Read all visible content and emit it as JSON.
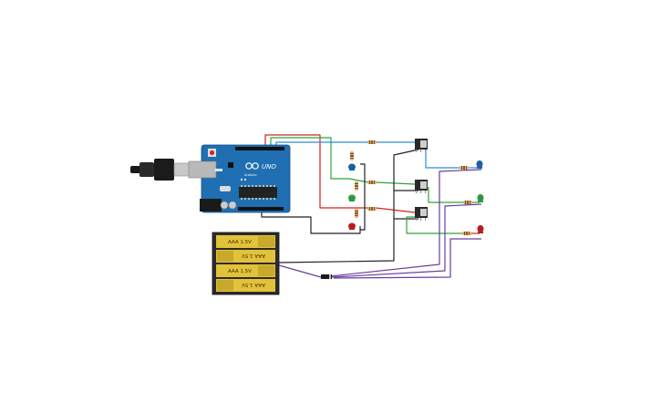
{
  "board": {
    "logo": "UNO",
    "subtitle": "Arduino",
    "brand_color": "#1f6fb2"
  },
  "battery_pack": {
    "cells": [
      {
        "label": "AAA 1.5V",
        "flipped": false
      },
      {
        "label": "AAA 1.5V",
        "flipped": true
      },
      {
        "label": "AAA 1.5V",
        "flipped": false
      },
      {
        "label": "AAA 1.5V",
        "flipped": true
      }
    ],
    "color": "#e2c23a"
  },
  "transistors": [
    {
      "id": "t1"
    },
    {
      "id": "t2"
    },
    {
      "id": "t3"
    }
  ],
  "leds": [
    {
      "id": "led-blue-left",
      "color": "#1a5fa0"
    },
    {
      "id": "led-green-left",
      "color": "#2a9a3a"
    },
    {
      "id": "led-red-left",
      "color": "#b51d1d"
    },
    {
      "id": "led-blue-right",
      "color": "#1a5fa0"
    },
    {
      "id": "led-green-right",
      "color": "#2a9a3a"
    },
    {
      "id": "led-red-right",
      "color": "#b51d1d"
    }
  ],
  "wire_colors": {
    "red": "#d22020",
    "green": "#2fa33a",
    "blue": "#2a8fd8",
    "black": "#222222",
    "purple": "#6a3e9a"
  }
}
